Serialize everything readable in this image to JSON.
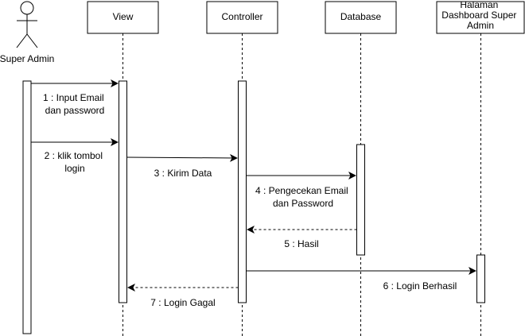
{
  "actor": {
    "label": "Super Admin"
  },
  "participants": [
    {
      "id": "view",
      "label": "View"
    },
    {
      "id": "controller",
      "label": "Controller"
    },
    {
      "id": "database",
      "label": "Database"
    },
    {
      "id": "dashboard",
      "label_lines": [
        "Halaman",
        "Dashboard Super",
        "Admin"
      ]
    }
  ],
  "messages": [
    {
      "id": "m1",
      "label_lines": [
        "1 : Input Email",
        "dan password"
      ],
      "style": "solid"
    },
    {
      "id": "m2",
      "label_lines": [
        "2 : klik tombol",
        "login"
      ],
      "style": "solid"
    },
    {
      "id": "m3",
      "label_lines": [
        "3 : Kirim Data"
      ],
      "style": "solid"
    },
    {
      "id": "m4",
      "label_lines": [
        "4 : Pengecekan Email",
        "dan Password"
      ],
      "style": "solid"
    },
    {
      "id": "m5",
      "label_lines": [
        "5 : Hasil"
      ],
      "style": "dashed"
    },
    {
      "id": "m6",
      "label_lines": [
        "6 : Login Berhasil"
      ],
      "style": "solid"
    },
    {
      "id": "m7",
      "label_lines": [
        "7 : Login Gagal"
      ],
      "style": "dashed"
    }
  ],
  "colors": {
    "line": "#000000",
    "background": "#ffffff"
  }
}
